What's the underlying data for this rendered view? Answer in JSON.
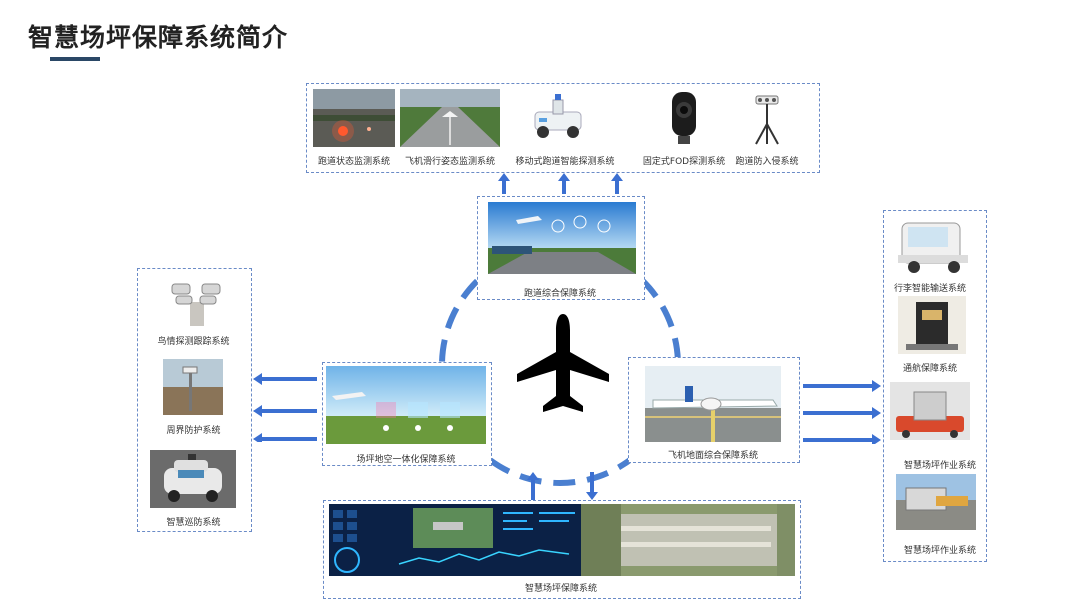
{
  "page": {
    "title": "智慧场坪保障系统简介"
  },
  "top_group": {
    "items": [
      {
        "label": "跑道状态监测系统"
      },
      {
        "label": "飞机滑行姿态监测系统"
      },
      {
        "label": "移动式跑道智能探测系统"
      },
      {
        "label": "固定式FOD探测系统"
      },
      {
        "label": "跑道防入侵系统"
      }
    ]
  },
  "hub": {
    "top": {
      "label": "跑道综合保障系统"
    },
    "left": {
      "label": "场坪地空一体化保障系统"
    },
    "right": {
      "label": "飞机地面综合保障系统"
    },
    "bottom": {
      "label": "智慧场坪保障系统"
    }
  },
  "left_group": {
    "items": [
      {
        "label": "鸟情探测跟踪系统"
      },
      {
        "label": "周界防护系统"
      },
      {
        "label": "智慧巡防系统"
      }
    ]
  },
  "right_group": {
    "items": [
      {
        "label": "行李智能输送系统"
      },
      {
        "label": "通航保障系统"
      },
      {
        "label": "智慧场坪作业系统"
      },
      {
        "label": "智慧场坪作业系统"
      }
    ]
  },
  "colors": {
    "accent": "#3b6fd1",
    "dash_border": "#6a8bc7",
    "circle": "#4a7fd0",
    "title_bar": "#2a4766"
  }
}
